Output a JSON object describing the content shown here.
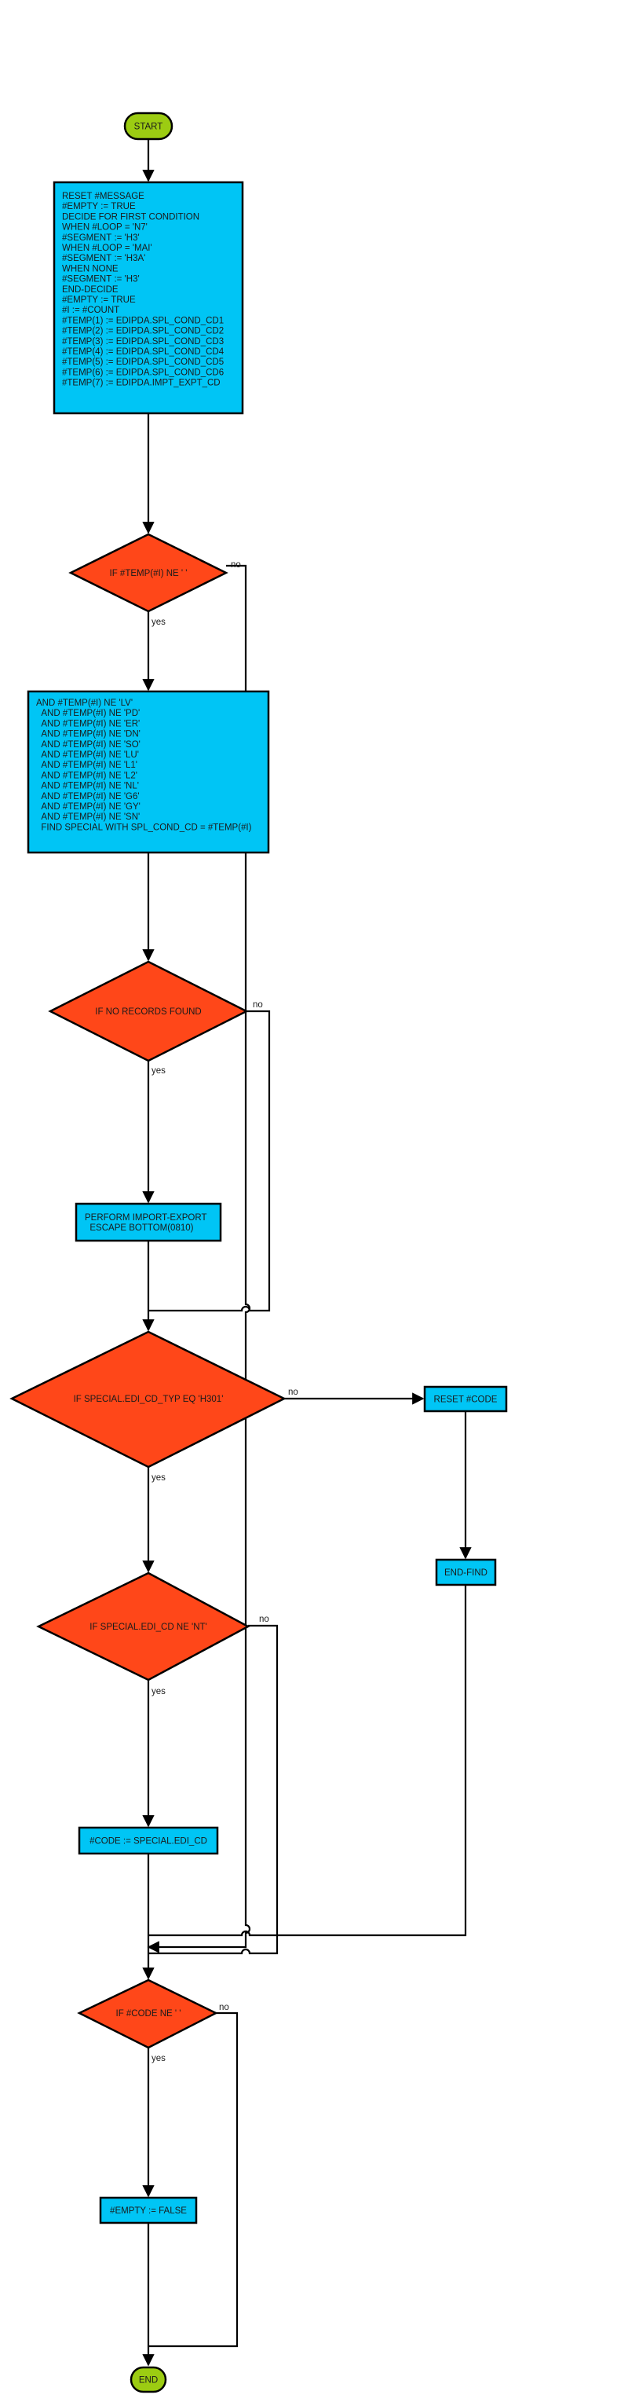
{
  "colors": {
    "process": "#00c5f5",
    "decision": "#ff4719",
    "terminal": "#9ccc12",
    "line": "#000000"
  },
  "nodes": {
    "start": {
      "label": "START"
    },
    "init_block": {
      "lines": [
        "RESET #MESSAGE",
        "#EMPTY := TRUE",
        "DECIDE FOR FIRST CONDITION",
        "WHEN #LOOP = 'N7'",
        "#SEGMENT := 'H3'",
        "WHEN #LOOP = 'MAI'",
        "#SEGMENT := 'H3A'",
        "WHEN NONE",
        "#SEGMENT := 'H3'",
        "END-DECIDE",
        "#EMPTY := TRUE",
        "#I := #COUNT",
        "#TEMP(1) := EDIPDA.SPL_COND_CD1",
        "#TEMP(2) := EDIPDA.SPL_COND_CD2",
        "#TEMP(3) := EDIPDA.SPL_COND_CD3",
        "#TEMP(4) := EDIPDA.SPL_COND_CD4",
        "#TEMP(5) := EDIPDA.SPL_COND_CD5",
        "#TEMP(6) := EDIPDA.SPL_COND_CD6",
        "#TEMP(7) := EDIPDA.IMPT_EXPT_CD"
      ]
    },
    "dec_temp": {
      "label": "IF #TEMP(#I) NE ' '"
    },
    "cond_block": {
      "lines": [
        "AND #TEMP(#I) NE 'LV'",
        "  AND #TEMP(#I) NE 'PD'",
        "  AND #TEMP(#I) NE 'ER'",
        "  AND #TEMP(#I) NE 'DN'",
        "  AND #TEMP(#I) NE 'SO'",
        "  AND #TEMP(#I) NE 'LU'",
        "  AND #TEMP(#I) NE 'L1'",
        "  AND #TEMP(#I) NE 'L2'",
        "  AND #TEMP(#I) NE 'NL'",
        "  AND #TEMP(#I) NE 'G6'",
        "  AND #TEMP(#I) NE 'GY'",
        "  AND #TEMP(#I) NE 'SN'",
        "  FIND SPECIAL WITH SPL_COND_CD = #TEMP(#I)"
      ]
    },
    "dec_norec": {
      "label": "IF NO RECORDS FOUND"
    },
    "perform_block": {
      "lines": [
        "PERFORM IMPORT-EXPORT",
        "  ESCAPE BOTTOM(0810)"
      ]
    },
    "dec_typ": {
      "label": "IF SPECIAL.EDI_CD_TYP EQ 'H301'"
    },
    "reset_code": {
      "label": "RESET #CODE"
    },
    "end_find": {
      "label": "END-FIND"
    },
    "dec_nt": {
      "label": "IF SPECIAL.EDI_CD NE 'NT'"
    },
    "assign_code": {
      "label": "#CODE := SPECIAL.EDI_CD"
    },
    "dec_code": {
      "label": "IF #CODE NE ' '"
    },
    "empty_false": {
      "label": "#EMPTY := FALSE"
    },
    "end": {
      "label": "END"
    }
  },
  "edge_labels": {
    "yes": "yes",
    "no": "no"
  }
}
